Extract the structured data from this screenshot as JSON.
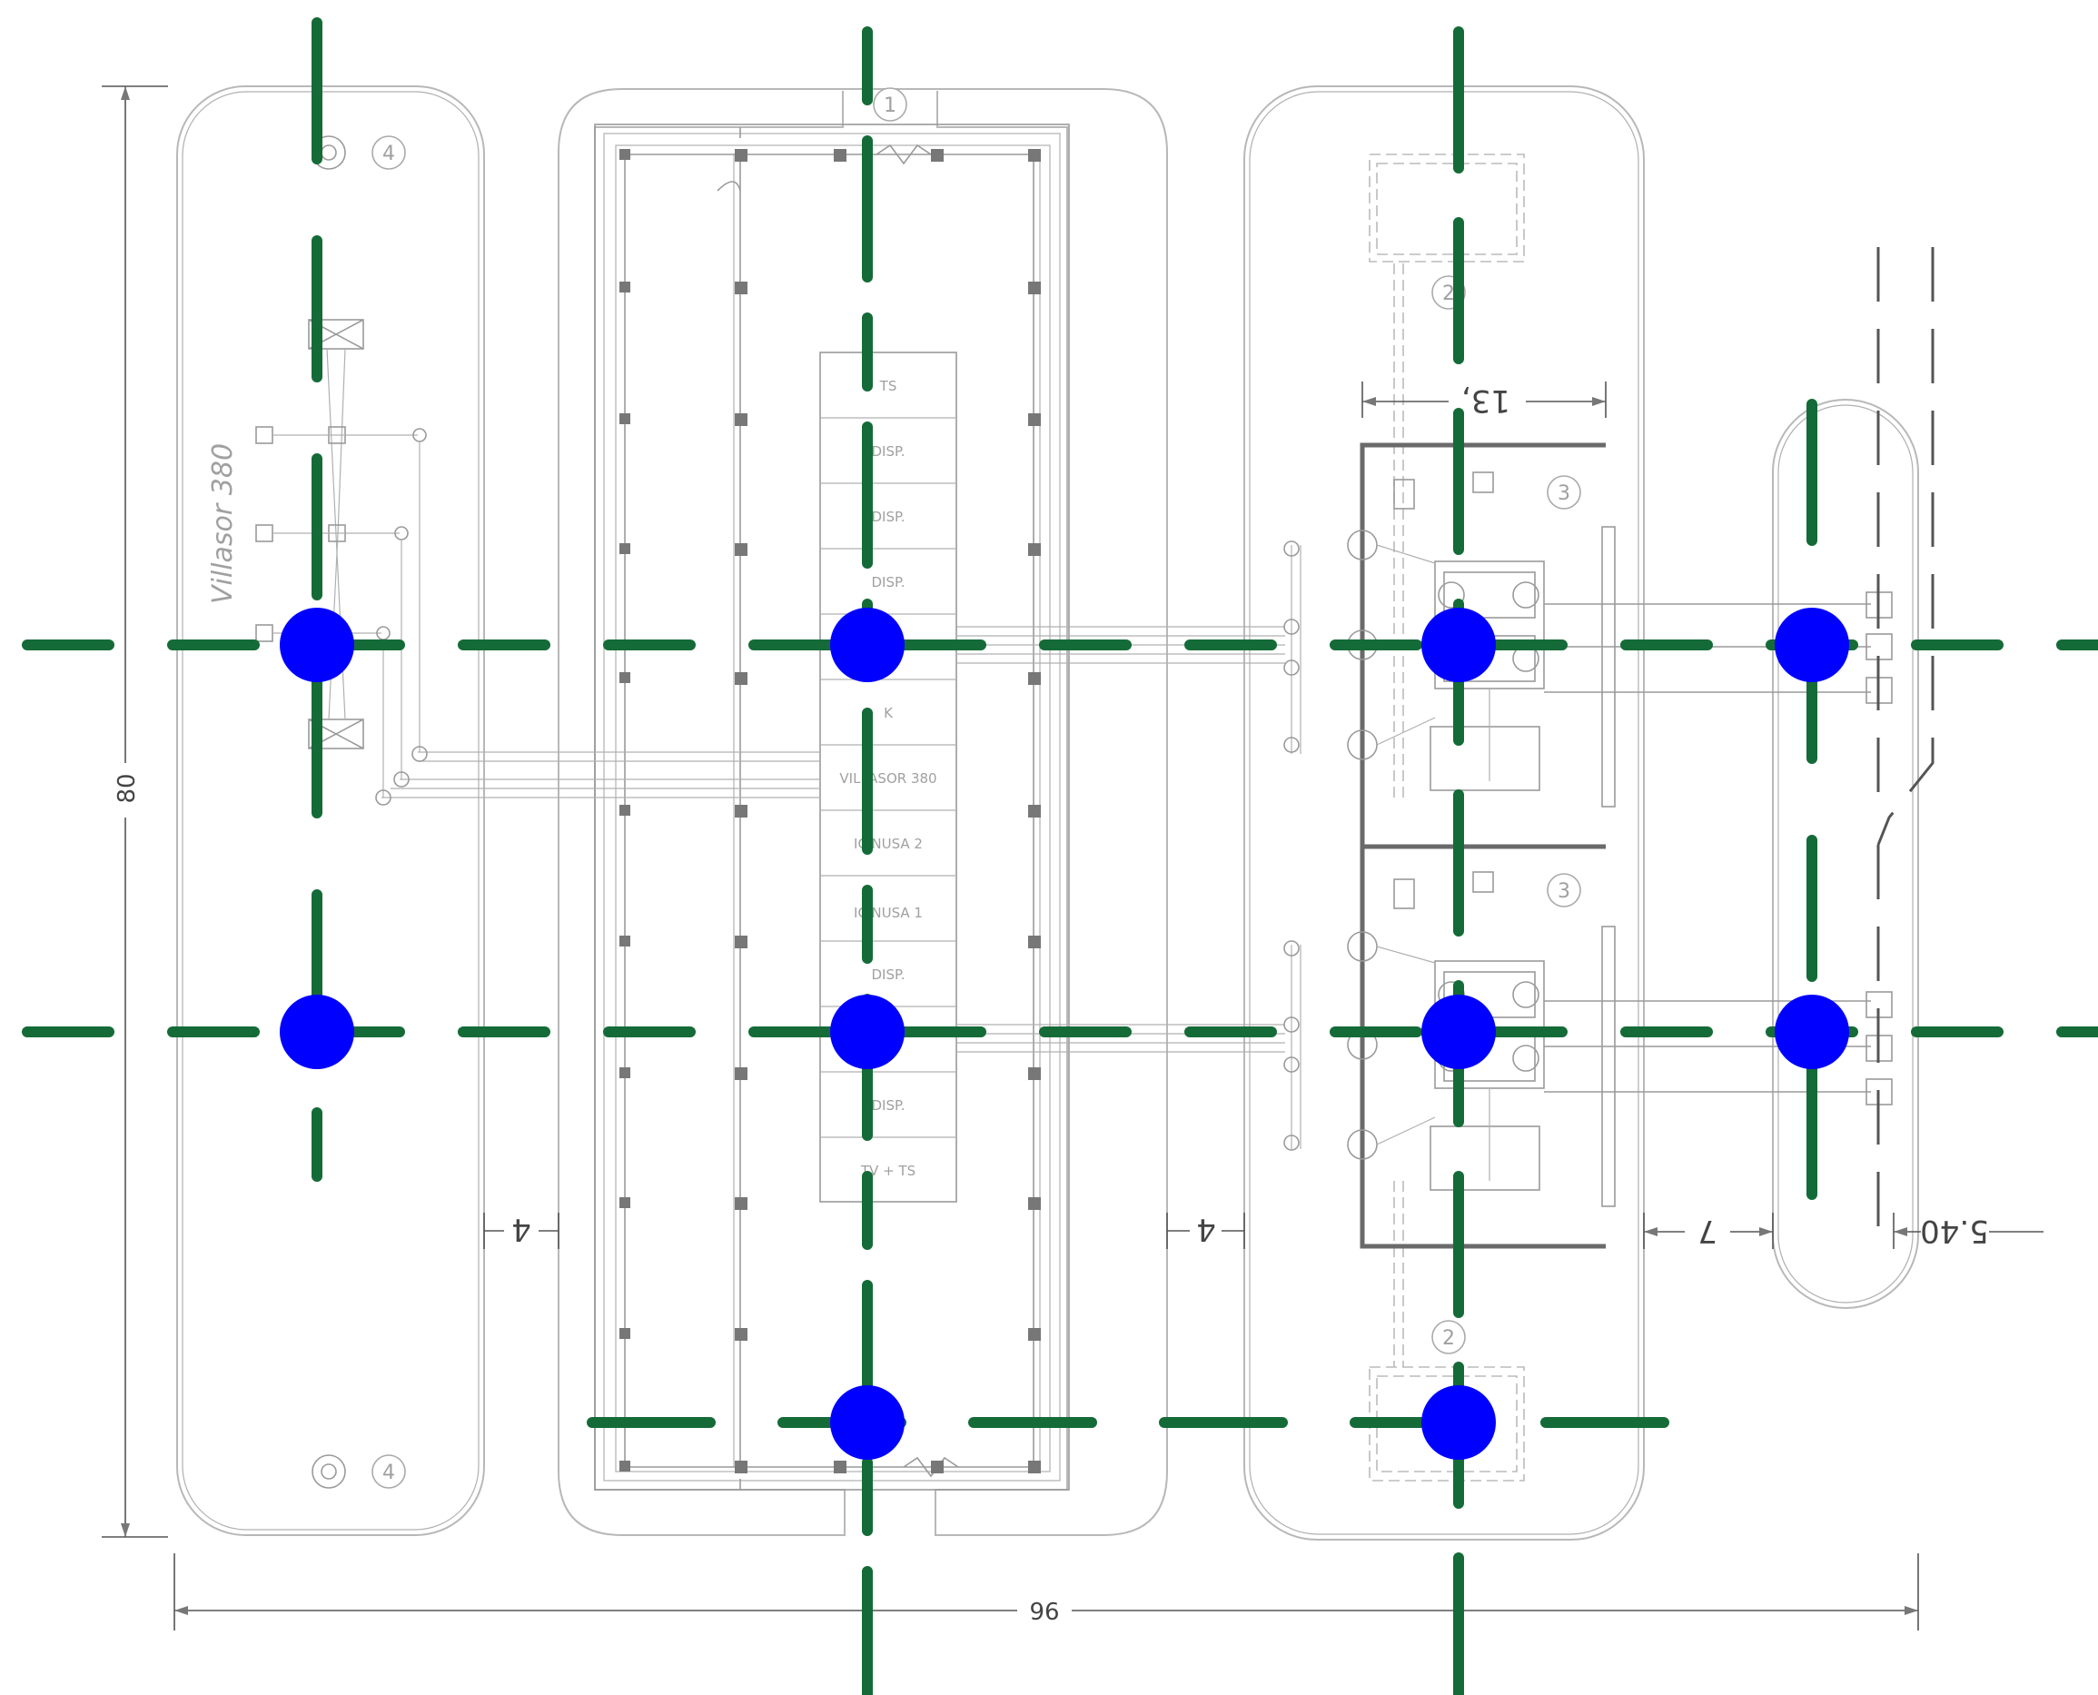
{
  "drawing": {
    "labels": {
      "site_name": "Villasor 380",
      "dim_height": "80",
      "dim_width": "96",
      "dim_gap_left": "4",
      "dim_gap_middle": "4",
      "dim_13": "13,",
      "dim_7": "7",
      "dim_540": "5.40"
    },
    "circle_tags": {
      "top_left": "4",
      "bottom_left": "4",
      "top_center": "1",
      "right_top": "2",
      "right_bottom": "2",
      "block_top": "3",
      "block_bottom": "3"
    },
    "panel_rows": [
      "TS",
      "DISP.",
      "DISP.",
      "DISP.",
      "",
      "K",
      "VILLASOR 380",
      "ICINUSA 2",
      "ICINUSA 1",
      "DISP.",
      "",
      "DISP.",
      "TV + TS"
    ],
    "colors": {
      "grid": "#146b37",
      "marker": "#0000ff",
      "line": "#9a9a9a",
      "background": "#ffffff"
    }
  }
}
